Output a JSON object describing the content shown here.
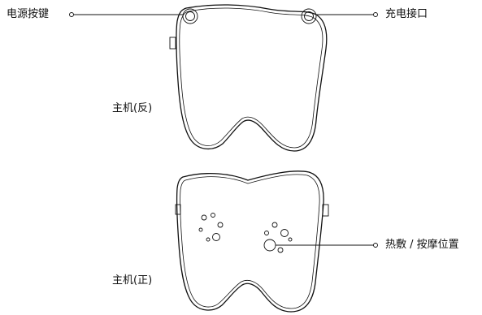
{
  "labels": {
    "power_button": "电源按键",
    "charging_port": "充电接口",
    "unit_back": "主机(反)",
    "heat_massage": "热敷 / 按摩位置",
    "unit_front": "主机(正)"
  },
  "colors": {
    "line": "#111111",
    "background": "#ffffff"
  }
}
